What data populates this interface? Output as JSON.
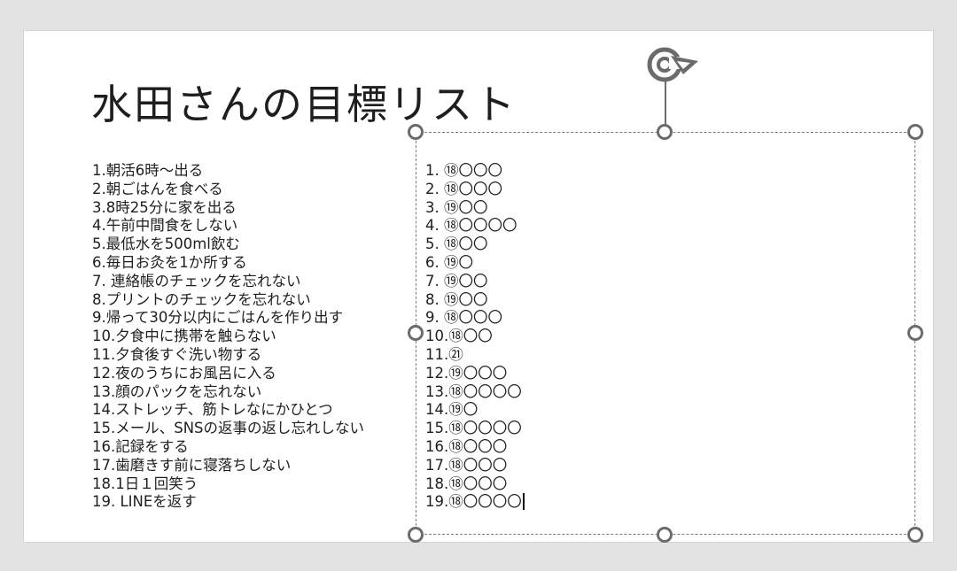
{
  "slide": {
    "title": "水田さんの目標リスト"
  },
  "goals": [
    "1.朝活6時～出る",
    "2.朝ごはんを食べる",
    "3.8時25分に家を出る",
    "4.午前中間食をしない",
    "5.最低水を500ml飲む",
    "6.毎日お灸を1か所する",
    "7. 連絡帳のチェックを忘れない",
    "8.プリントのチェックを忘れない",
    "9.帰って30分以内にごはんを作り出す",
    "10.夕食中に携帯を触らない",
    "11.夕食後すぐ洗い物する",
    "12.夜のうちにお風呂に入る",
    "13.顔のパックを忘れない",
    "14.ストレッチ、筋トレなにかひとつ",
    "15.メール、SNSの返事の返し忘れしない",
    "16.記録をする",
    "17.歯磨きす前に寝落ちしない",
    "18.1日１回笑う",
    "19. LINEを返す"
  ],
  "records": [
    "1. ⑱〇〇〇",
    "2. ⑱〇〇〇",
    "3. ⑲〇〇",
    "4. ⑱〇〇〇〇",
    "5. ⑱〇〇",
    "6. ⑲〇",
    "7. ⑲〇〇",
    "8. ⑲〇〇",
    "9. ⑱〇〇〇",
    "10.⑱〇〇",
    "11.㉑",
    "12.⑲〇〇〇",
    "13.⑱〇〇〇〇",
    "14.⑲〇",
    "15.⑱〇〇〇〇",
    "16.⑱〇〇〇",
    "17.⑱〇〇〇",
    "18.⑱〇〇〇",
    "19.⑱〇〇〇〇"
  ],
  "icons": {
    "rotate_handle": "rotate-icon",
    "resize_handle": "resize-handle"
  },
  "colors": {
    "canvas_background": "#e3e3e3",
    "slide_background": "#ffffff",
    "handle_stroke": "#6b6b6b",
    "text": "#1e1e1e"
  }
}
